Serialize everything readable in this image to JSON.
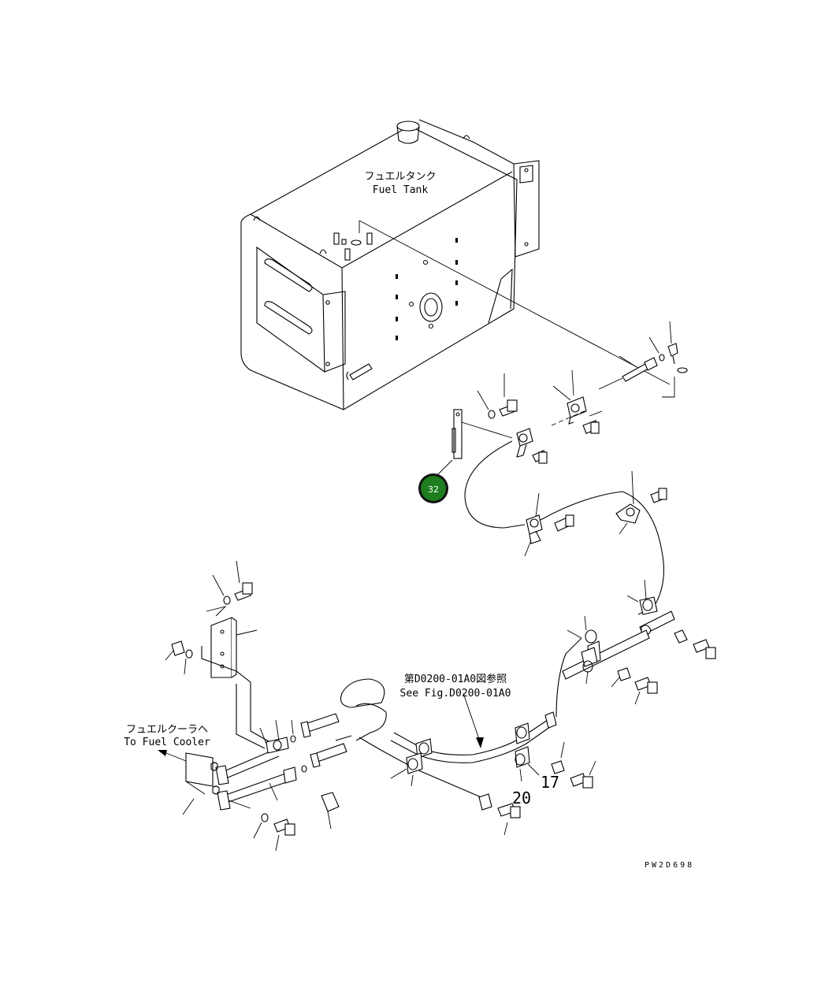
{
  "labels": {
    "fuel_tank_jp": "フュエルタンク",
    "fuel_tank_en": "Fuel Tank",
    "fig_ref_jp": "第D0200-01A0図参照",
    "fig_ref_en": "See Fig.D0200-01A0",
    "fuel_cooler_jp": "フュエルクーラヘ",
    "fuel_cooler_en": "To Fuel Cooler",
    "drawing_code": "PW2D698"
  },
  "callouts": {
    "highlighted_part": "32",
    "part_20": "20",
    "part_17": "17"
  },
  "colors": {
    "highlight_fill": "#1e7d1e",
    "highlight_ring": "#111111",
    "line": "#000000"
  }
}
